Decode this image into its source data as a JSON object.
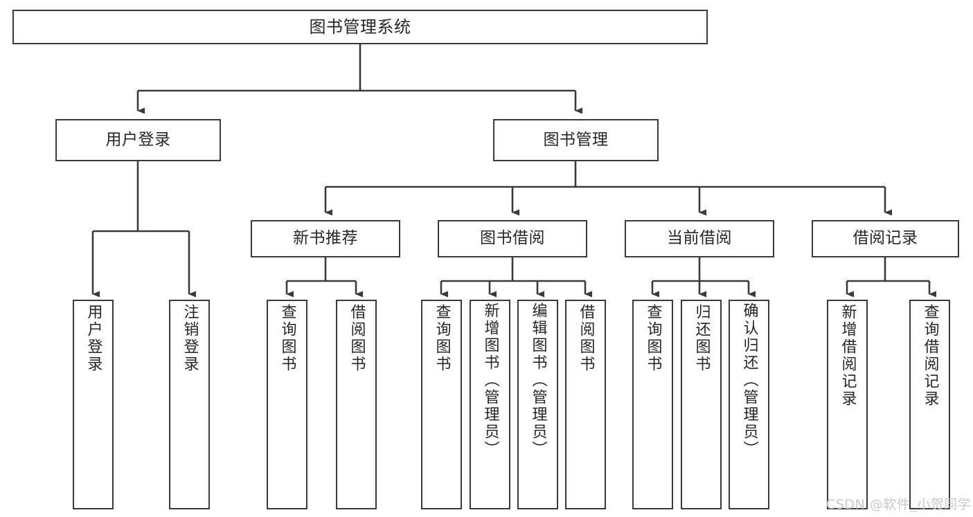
{
  "diagram": {
    "title": "图书管理系统",
    "type": "tree-hierarchy-diagram",
    "nodes": {
      "root": {
        "label": "图书管理系统"
      },
      "level2": [
        {
          "label": "用户登录"
        },
        {
          "label": "图书管理"
        }
      ],
      "level3": [
        {
          "label": "新书推荐"
        },
        {
          "label": "图书借阅"
        },
        {
          "label": "当前借阅"
        },
        {
          "label": "借阅记录"
        }
      ],
      "leaves": [
        {
          "label": "用户登录"
        },
        {
          "label": "注销登录"
        },
        {
          "label": "查询图书"
        },
        {
          "label": "借阅图书"
        },
        {
          "label": "查询图书"
        },
        {
          "label": "新增图书（管理员）"
        },
        {
          "label": "编辑图书（管理员）"
        },
        {
          "label": "借阅图书"
        },
        {
          "label": "查询图书"
        },
        {
          "label": "归还图书"
        },
        {
          "label": "确认归还（管理员）"
        },
        {
          "label": "新增借阅记录"
        },
        {
          "label": "查询借阅记录"
        }
      ]
    },
    "colors": {
      "stroke": "#3a3a3a",
      "text": "#262626",
      "background": "#ffffff",
      "watermark": "#c9c9c9"
    }
  },
  "watermark": {
    "text": "CSDN @软件_小贺同学"
  }
}
